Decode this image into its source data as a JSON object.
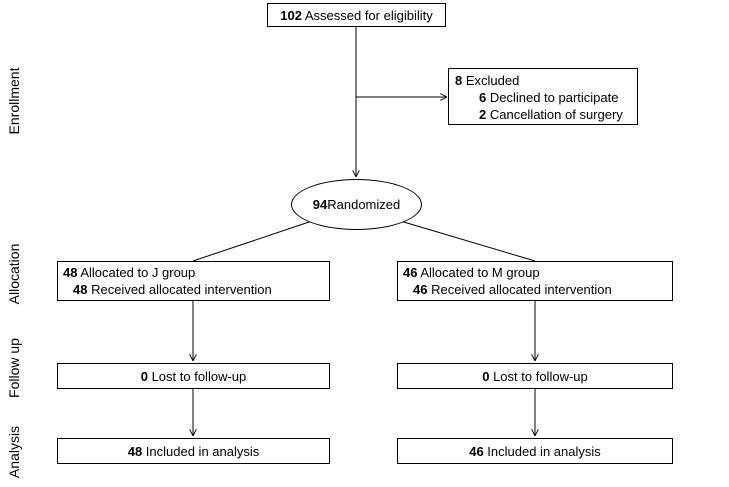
{
  "stages": {
    "enrollment": "Enrollment",
    "allocation": "Allocation",
    "follow_up": "Follow up",
    "analysis": "Analysis"
  },
  "assessed": {
    "n": "102",
    "text": " Assessed for eligibility"
  },
  "excluded": {
    "n": "8",
    "text": " Excluded",
    "declined_n": "6",
    "declined_text": " Declined to participate",
    "cancel_n": "2",
    "cancel_text": " Cancellation of surgery"
  },
  "randomized": {
    "n": "94",
    "text": " Randomized"
  },
  "j_group": {
    "alloc_n": "48",
    "alloc_text": " Allocated to J group",
    "recv_n": "48",
    "recv_text": " Received allocated intervention",
    "lost_n": "0",
    "lost_text": " Lost to follow-up",
    "incl_n": "48",
    "incl_text": " Included in analysis"
  },
  "m_group": {
    "alloc_n": "46",
    "alloc_text": " Allocated to M group",
    "recv_n": "46",
    "recv_text": " Received allocated intervention",
    "lost_n": "0",
    "lost_text": " Lost to follow-up",
    "incl_n": "46",
    "incl_text": " Included in analysis"
  }
}
